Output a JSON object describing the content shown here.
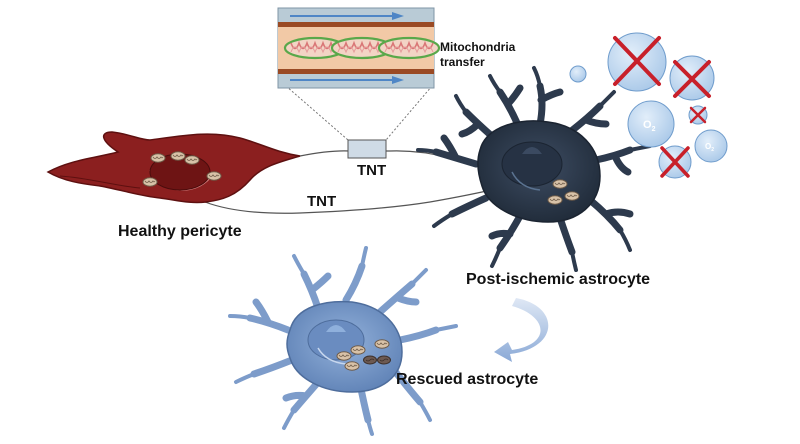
{
  "labels": {
    "mito_transfer_line1": "Mitochondria",
    "mito_transfer_line2": "transfer",
    "tnt_upper": "TNT",
    "tnt_lower": "TNT",
    "healthy_pericyte": "Healthy pericyte",
    "post_ischemic_astrocyte": "Post-ischemic astrocyte",
    "rescued_astrocyte": "Rescued astrocyte",
    "oxygen_a": "O",
    "oxygen_b": "O",
    "oxygen_sub": "2"
  },
  "colors": {
    "pericyte_fill": "#8b1f1f",
    "pericyte_dark": "#5e1010",
    "post_astro_fill": "#2d3a4d",
    "post_astro_dark": "#1b2431",
    "rescued_astro_fill": "#7d9cca",
    "rescued_astro_dark": "#4e6d9c",
    "tube_band": "#f2c9a6",
    "tube_wall": "#9a4a24",
    "tube_bg": "#b9cbd6",
    "arrow_blue": "#4f86c6",
    "mito_green": "#5aa84a",
    "mito_fill": "#f3d4c5",
    "oxygen_fill": "#b9d3ec",
    "oxygen_stroke": "#6f9ccc",
    "cross_red": "#c8202a"
  }
}
